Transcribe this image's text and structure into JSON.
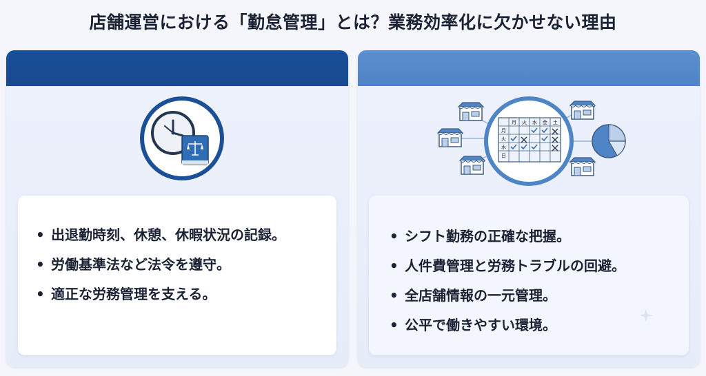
{
  "title": "店舗運営における「勤怠管理」とは？業務効率化に欠かせない理由",
  "left_panel": {
    "items": [
      "出退勤時刻、休憩、休暇状況の記録。",
      "労働基準法など法令を遵守。",
      "適正な労務管理を支える。"
    ]
  },
  "right_panel": {
    "calendar": {
      "weekdays": [
        "月",
        "火",
        "水",
        "金",
        "土"
      ],
      "rows": [
        "月",
        "火",
        "水",
        "日"
      ]
    },
    "items": [
      "シフト勤務の正確な把握。",
      "人件費管理と労務トラブルの回避。",
      "全店舗情報の一元管理。",
      "公平で働きやすい環境。"
    ]
  },
  "colors": {
    "left_header": "#1a4a8c",
    "right_header": "#4f84c6",
    "text": "#1a2233"
  }
}
